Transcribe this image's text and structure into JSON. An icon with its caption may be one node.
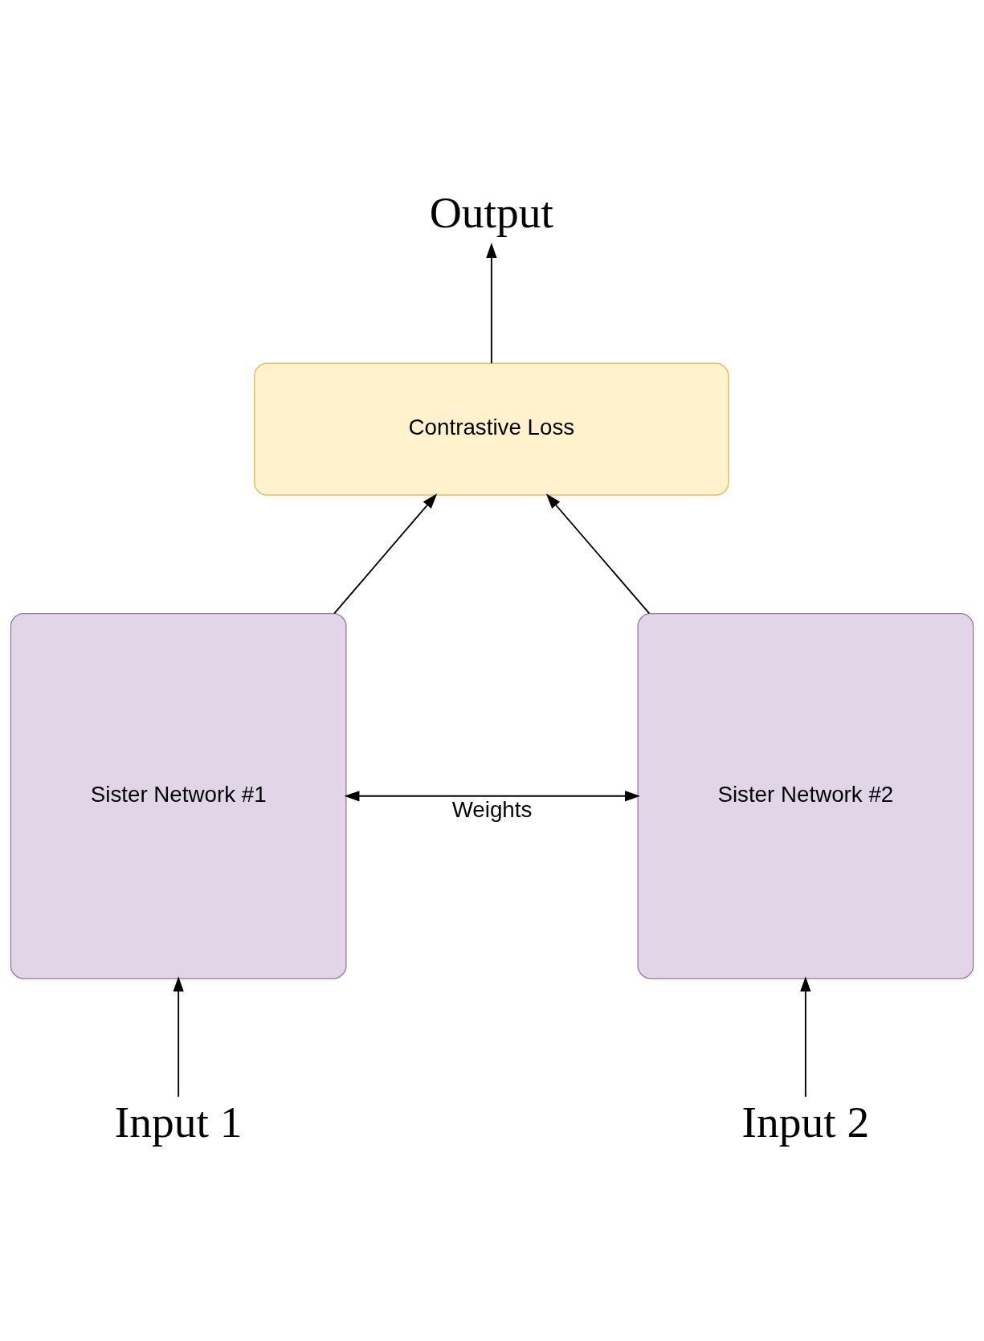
{
  "diagram": {
    "nodes": [
      {
        "text": [
          "Output"
        ]
      },
      {
        "text": [
          "Contrastive Loss"
        ]
      },
      {
        "text": [
          "Sister Network #1"
        ]
      },
      {
        "text": [
          "Sister Network #2"
        ]
      },
      {
        "text": [
          "Input 1"
        ]
      },
      {
        "text": [
          "Input 2"
        ]
      }
    ],
    "edges": [
      {
        "from": 1,
        "to": 0,
        "arrow": "to"
      },
      {
        "from": 2,
        "to": 1,
        "arrow": "to"
      },
      {
        "from": 3,
        "to": 1,
        "arrow": "to"
      },
      {
        "from": 2,
        "to": 3,
        "arrow": "both",
        "label": "Weights"
      },
      {
        "from": 4,
        "to": 2,
        "arrow": "to"
      },
      {
        "from": 5,
        "to": 3,
        "arrow": "to"
      }
    ]
  }
}
